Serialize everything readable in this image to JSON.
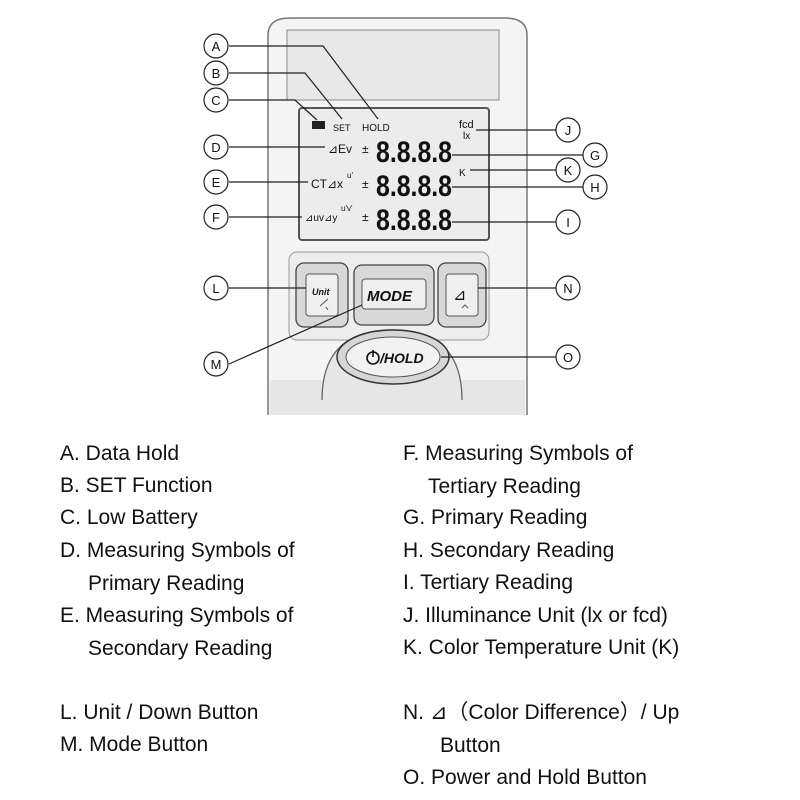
{
  "device": {
    "lcd": {
      "battery_label": "SET",
      "hold_label": "HOLD",
      "primary_symbol": "⊿Ev",
      "secondary_symbol": "CT⊿x",
      "secondary_sup": "u'",
      "tertiary_symbol": "⊿uv⊿y",
      "tertiary_sup": "u'v'",
      "sign": "±",
      "digits": "8.8.8.8",
      "unit_fcd": "fcd",
      "unit_lx": "lx",
      "unit_k": "K"
    },
    "buttons": {
      "unit": "Unit",
      "mode": "MODE",
      "delta": "⊿",
      "power_hold": "/HOLD"
    }
  },
  "callouts": [
    "A",
    "B",
    "C",
    "D",
    "E",
    "F",
    "G",
    "H",
    "I",
    "J",
    "K",
    "L",
    "M",
    "N",
    "O"
  ],
  "legend": {
    "left": [
      {
        "line1": "A. Data Hold"
      },
      {
        "line1": "B. SET Function"
      },
      {
        "line1": "C. Low Battery"
      },
      {
        "line1": "D. Measuring Symbols of",
        "line2": "Primary Reading"
      },
      {
        "line1": "E. Measuring Symbols of",
        "line2": "Secondary Reading"
      },
      {
        "line1": "L.  Unit / Down Button"
      },
      {
        "line1": "M. Mode Button"
      }
    ],
    "right": [
      {
        "line1": "F. Measuring Symbols of",
        "line2": "Tertiary Reading"
      },
      {
        "line1": "G. Primary Reading"
      },
      {
        "line1": "H. Secondary Reading"
      },
      {
        "line1": "I.  Tertiary Reading"
      },
      {
        "line1": "J.  Illuminance Unit (lx or fcd)"
      },
      {
        "line1": "K. Color Temperature Unit (K)"
      },
      {
        "line1": "N.  ⊿（Color Difference）/ Up",
        "line2": "Button"
      },
      {
        "line1": "O. Power and Hold Button"
      }
    ]
  }
}
